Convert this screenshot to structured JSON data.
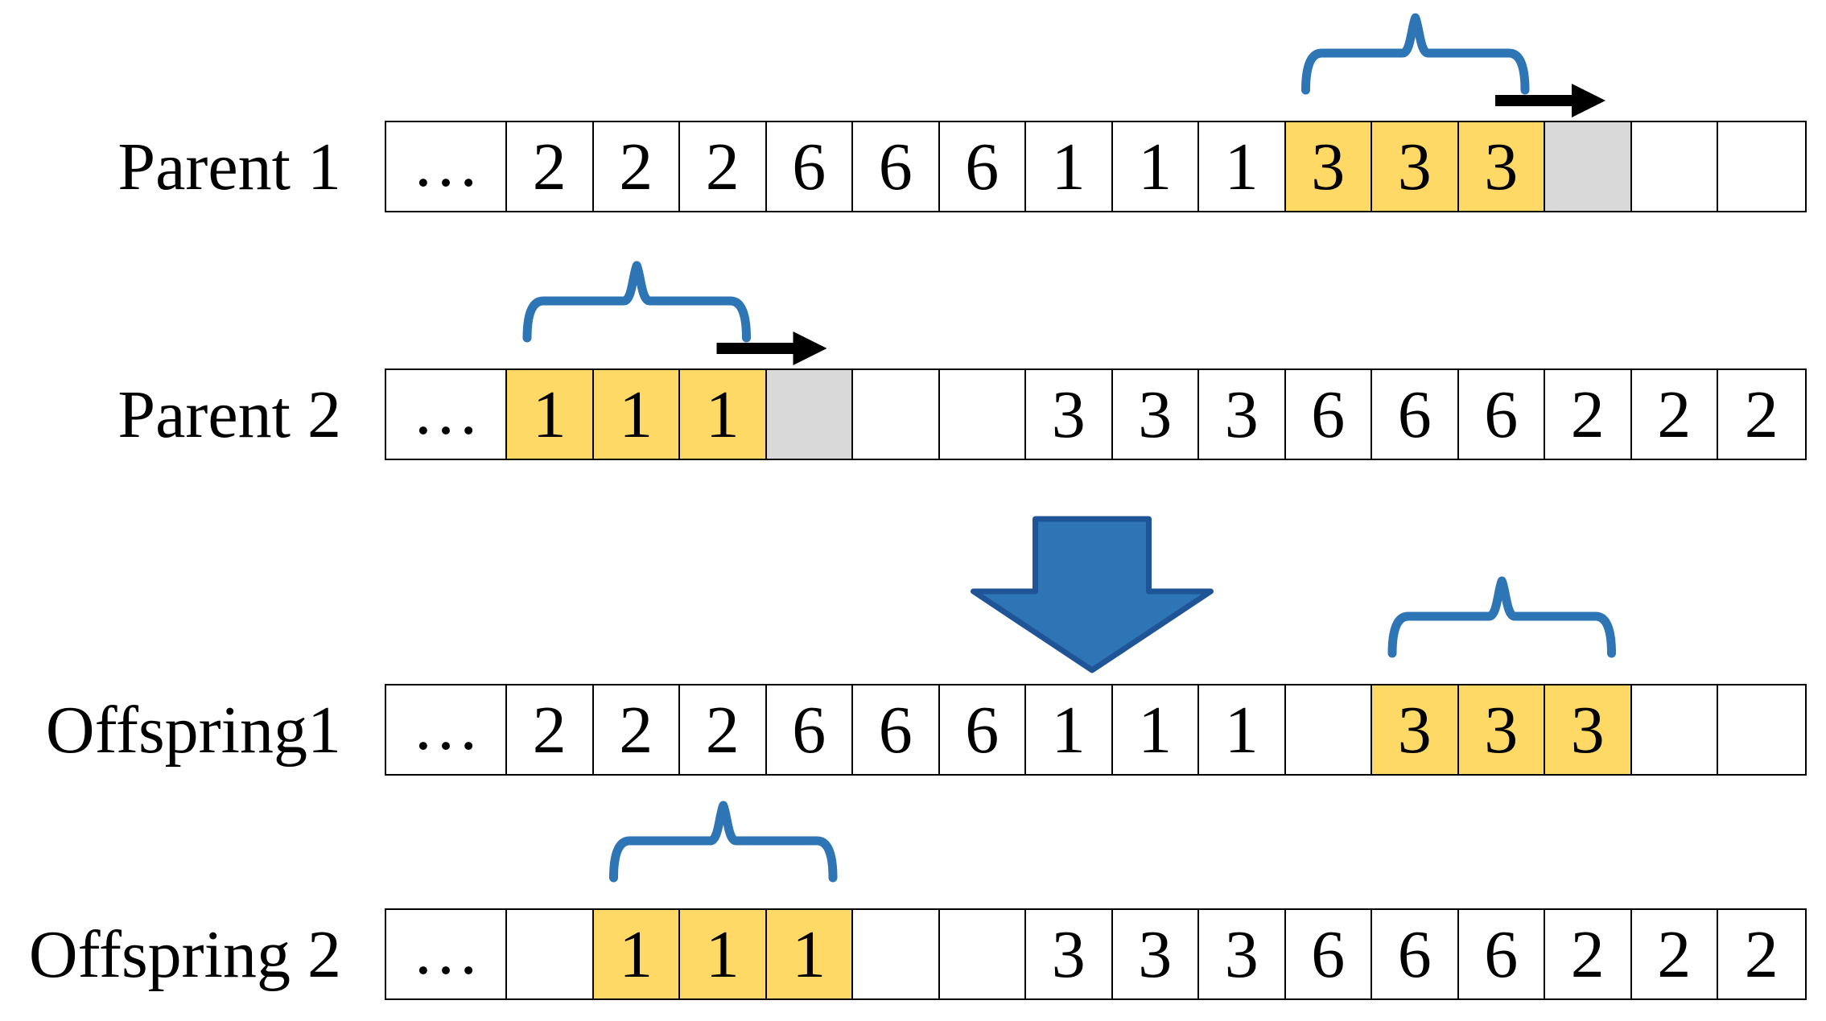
{
  "figure": {
    "colors": {
      "highlight": "#FFD966",
      "shift_cell": "#D9D9D9",
      "brace": "#2E75B6",
      "shift_arrow": "#000000",
      "big_arrow_fill": "#2E75B6",
      "big_arrow_stroke": "#1F5597",
      "cell_border": "#000000"
    },
    "rows": [
      {
        "label": "Parent 1",
        "brace": {
          "from": 10,
          "to": 12
        },
        "shift_arrow_cell": 13,
        "cells": [
          {
            "text": "…",
            "state": "ellipsis"
          },
          {
            "text": "2",
            "state": "plain"
          },
          {
            "text": "2",
            "state": "plain"
          },
          {
            "text": "2",
            "state": "plain"
          },
          {
            "text": "6",
            "state": "plain"
          },
          {
            "text": "6",
            "state": "plain"
          },
          {
            "text": "6",
            "state": "plain"
          },
          {
            "text": "1",
            "state": "plain"
          },
          {
            "text": "1",
            "state": "plain"
          },
          {
            "text": "1",
            "state": "plain"
          },
          {
            "text": "3",
            "state": "highlight"
          },
          {
            "text": "3",
            "state": "highlight"
          },
          {
            "text": "3",
            "state": "highlight"
          },
          {
            "text": "",
            "state": "shift"
          },
          {
            "text": "",
            "state": "plain"
          },
          {
            "text": "",
            "state": "plain"
          }
        ]
      },
      {
        "label": "Parent 2",
        "brace": {
          "from": 1,
          "to": 3
        },
        "shift_arrow_cell": 4,
        "cells": [
          {
            "text": "…",
            "state": "ellipsis"
          },
          {
            "text": "1",
            "state": "highlight"
          },
          {
            "text": "1",
            "state": "highlight"
          },
          {
            "text": "1",
            "state": "highlight"
          },
          {
            "text": "",
            "state": "shift"
          },
          {
            "text": "",
            "state": "plain"
          },
          {
            "text": "",
            "state": "plain"
          },
          {
            "text": "3",
            "state": "plain"
          },
          {
            "text": "3",
            "state": "plain"
          },
          {
            "text": "3",
            "state": "plain"
          },
          {
            "text": "6",
            "state": "plain"
          },
          {
            "text": "6",
            "state": "plain"
          },
          {
            "text": "6",
            "state": "plain"
          },
          {
            "text": "2",
            "state": "plain"
          },
          {
            "text": "2",
            "state": "plain"
          },
          {
            "text": "2",
            "state": "plain"
          }
        ]
      },
      {
        "label": "Offspring1",
        "brace": {
          "from": 11,
          "to": 13
        },
        "shift_arrow_cell": null,
        "cells": [
          {
            "text": "…",
            "state": "ellipsis"
          },
          {
            "text": "2",
            "state": "plain"
          },
          {
            "text": "2",
            "state": "plain"
          },
          {
            "text": "2",
            "state": "plain"
          },
          {
            "text": "6",
            "state": "plain"
          },
          {
            "text": "6",
            "state": "plain"
          },
          {
            "text": "6",
            "state": "plain"
          },
          {
            "text": "1",
            "state": "plain"
          },
          {
            "text": "1",
            "state": "plain"
          },
          {
            "text": "1",
            "state": "plain"
          },
          {
            "text": "",
            "state": "plain"
          },
          {
            "text": "3",
            "state": "highlight"
          },
          {
            "text": "3",
            "state": "highlight"
          },
          {
            "text": "3",
            "state": "highlight"
          },
          {
            "text": "",
            "state": "plain"
          },
          {
            "text": "",
            "state": "plain"
          }
        ]
      },
      {
        "label": "Offspring 2",
        "brace": {
          "from": 2,
          "to": 4
        },
        "shift_arrow_cell": null,
        "cells": [
          {
            "text": "…",
            "state": "ellipsis"
          },
          {
            "text": "",
            "state": "plain"
          },
          {
            "text": "1",
            "state": "highlight"
          },
          {
            "text": "1",
            "state": "highlight"
          },
          {
            "text": "1",
            "state": "highlight"
          },
          {
            "text": "",
            "state": "plain"
          },
          {
            "text": "",
            "state": "plain"
          },
          {
            "text": "3",
            "state": "plain"
          },
          {
            "text": "3",
            "state": "plain"
          },
          {
            "text": "3",
            "state": "plain"
          },
          {
            "text": "6",
            "state": "plain"
          },
          {
            "text": "6",
            "state": "plain"
          },
          {
            "text": "6",
            "state": "plain"
          },
          {
            "text": "2",
            "state": "plain"
          },
          {
            "text": "2",
            "state": "plain"
          },
          {
            "text": "2",
            "state": "plain"
          }
        ]
      }
    ],
    "big_arrow": {
      "direction": "down"
    }
  }
}
